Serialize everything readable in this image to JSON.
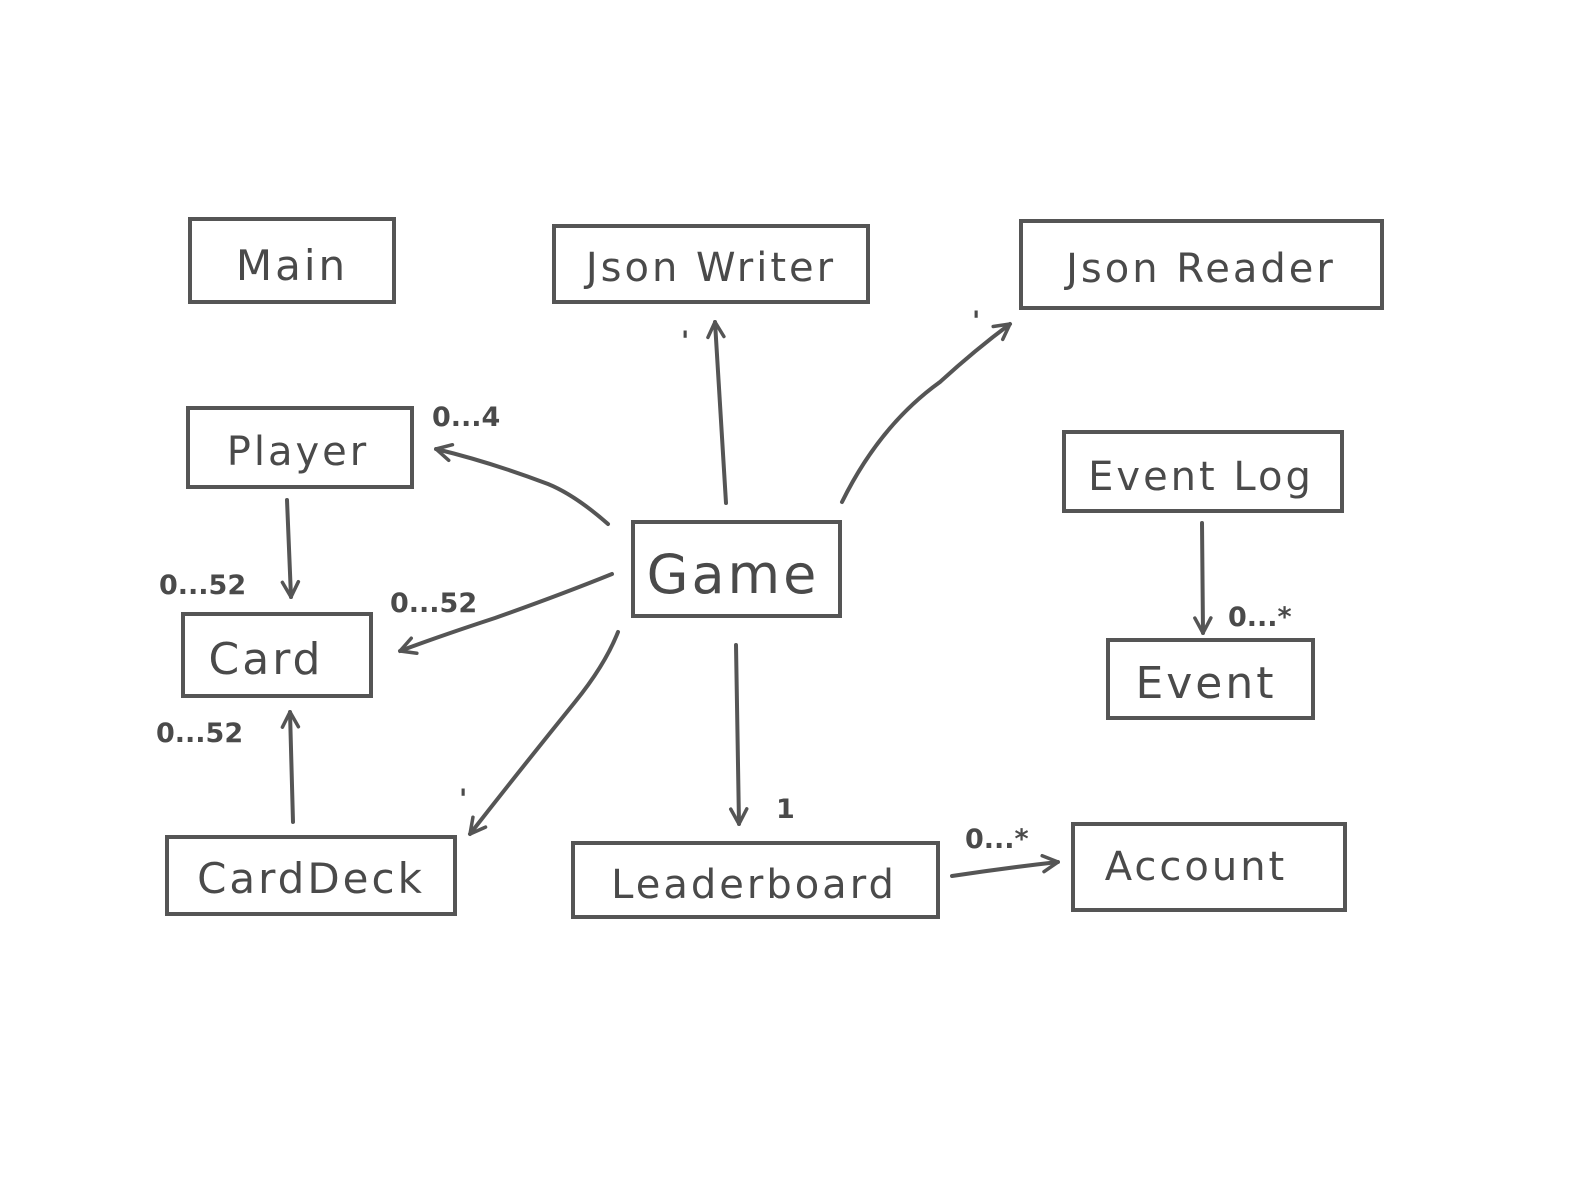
{
  "diagram": {
    "classes": {
      "main": "Main",
      "json_writer": "Json Writer",
      "json_reader": "Json Reader",
      "player": "Player",
      "game": "Game",
      "event_log": "Event Log",
      "card": "Card",
      "event": "Event",
      "card_deck": "CardDeck",
      "leaderboard": "Leaderboard",
      "account": "Account"
    },
    "multiplicities": {
      "game_json_writer": "'",
      "game_json_reader": "'",
      "game_player": "0...4",
      "player_card": "0...52",
      "game_card": "0...52",
      "event_log_event": "0...*",
      "card_deck_card": "0...52",
      "game_card_deck": "'",
      "game_leaderboard": "1",
      "leaderboard_account": "0...*"
    }
  },
  "colors": {
    "stroke": "#555555",
    "text": "#4a4a4a",
    "background": "#ffffff"
  }
}
